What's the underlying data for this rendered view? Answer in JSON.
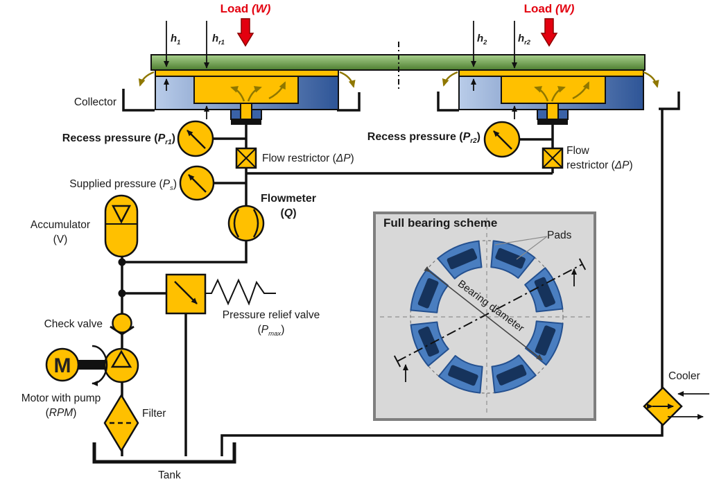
{
  "figure": {
    "type": "hydraulic-schematic",
    "description_title": "Hydrostatic thrust bearing test rig scheme"
  },
  "colors": {
    "component_yellow": "#FFC000",
    "runner_green_light": "#a9d18e",
    "runner_green_dark": "#4e7e30",
    "pad_blue_light": "#b9cce9",
    "pad_blue_dark": "#2e5597",
    "load_red": "#e3000f",
    "flow_arrow_olive": "#8f7700",
    "inset_pad_blue": "#4a7ec0",
    "inset_recess_navy": "#16335c",
    "inset_background": "#d8d8d8"
  },
  "labels": {
    "load": {
      "pre": "Load ",
      "it": "(W)"
    },
    "h1": {
      "base": "h",
      "sub": "1"
    },
    "hr1": {
      "base": "h",
      "sub": "r1"
    },
    "h2": {
      "base": "h",
      "sub": "2"
    },
    "hr2": {
      "base": "h",
      "sub": "r2"
    },
    "collector": "Collector",
    "recess_pressure_1": {
      "pre": "Recess pressure (",
      "p": "P",
      "sub": "r1",
      "post": ")"
    },
    "recess_pressure_2": {
      "pre": "Recess pressure (",
      "p": "P",
      "sub": "r2",
      "post": ")"
    },
    "flow_restrictor_1": {
      "pre": "Flow restrictor (",
      "it": "ΔP",
      "post": ")"
    },
    "flow_restrictor_2": {
      "line1": "Flow",
      "pre": "restrictor (",
      "it": "ΔP",
      "post": ")"
    },
    "supplied_pressure": {
      "pre": "Supplied pressure (",
      "p": "P",
      "sub": "s",
      "post": ")"
    },
    "flowmeter": {
      "line1": "Flowmeter",
      "pre": "(",
      "it": "Q",
      "post": ")"
    },
    "accumulator": {
      "line1": "Accumulator",
      "line2": "(V)"
    },
    "check_valve": "Check valve",
    "motor": {
      "line1": "Motor with pump",
      "pre": "(",
      "it": "RPM",
      "post": ")",
      "symbol": "M"
    },
    "filter": "Filter",
    "relief_valve": {
      "line1": "Pressure relief valve",
      "pre": "(",
      "p": "P",
      "sub": "max",
      "post": ")"
    },
    "tank": "Tank",
    "cooler": "Cooler",
    "inset": {
      "title": "Full bearing scheme",
      "pads": "Pads",
      "diameter": "Bearing diameter"
    }
  },
  "inset": {
    "pad_count": 8
  }
}
